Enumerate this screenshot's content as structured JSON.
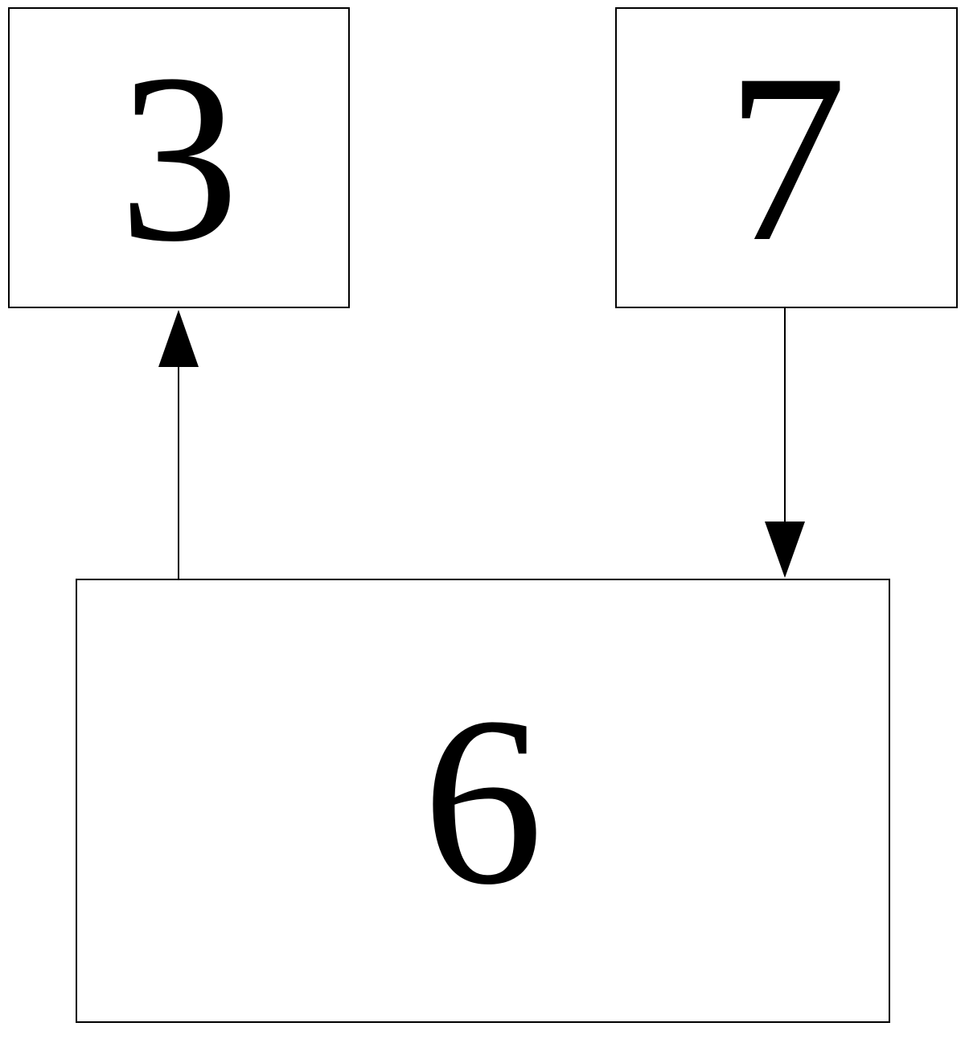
{
  "boxes": {
    "top_left": {
      "label": "3"
    },
    "top_right": {
      "label": "7"
    },
    "bottom": {
      "label": "6"
    }
  },
  "connectors": [
    {
      "from": "6",
      "to": "3",
      "direction": "up"
    },
    {
      "from": "7",
      "to": "6",
      "direction": "down"
    }
  ],
  "colors": {
    "stroke": "#000000",
    "background": "#ffffff"
  }
}
